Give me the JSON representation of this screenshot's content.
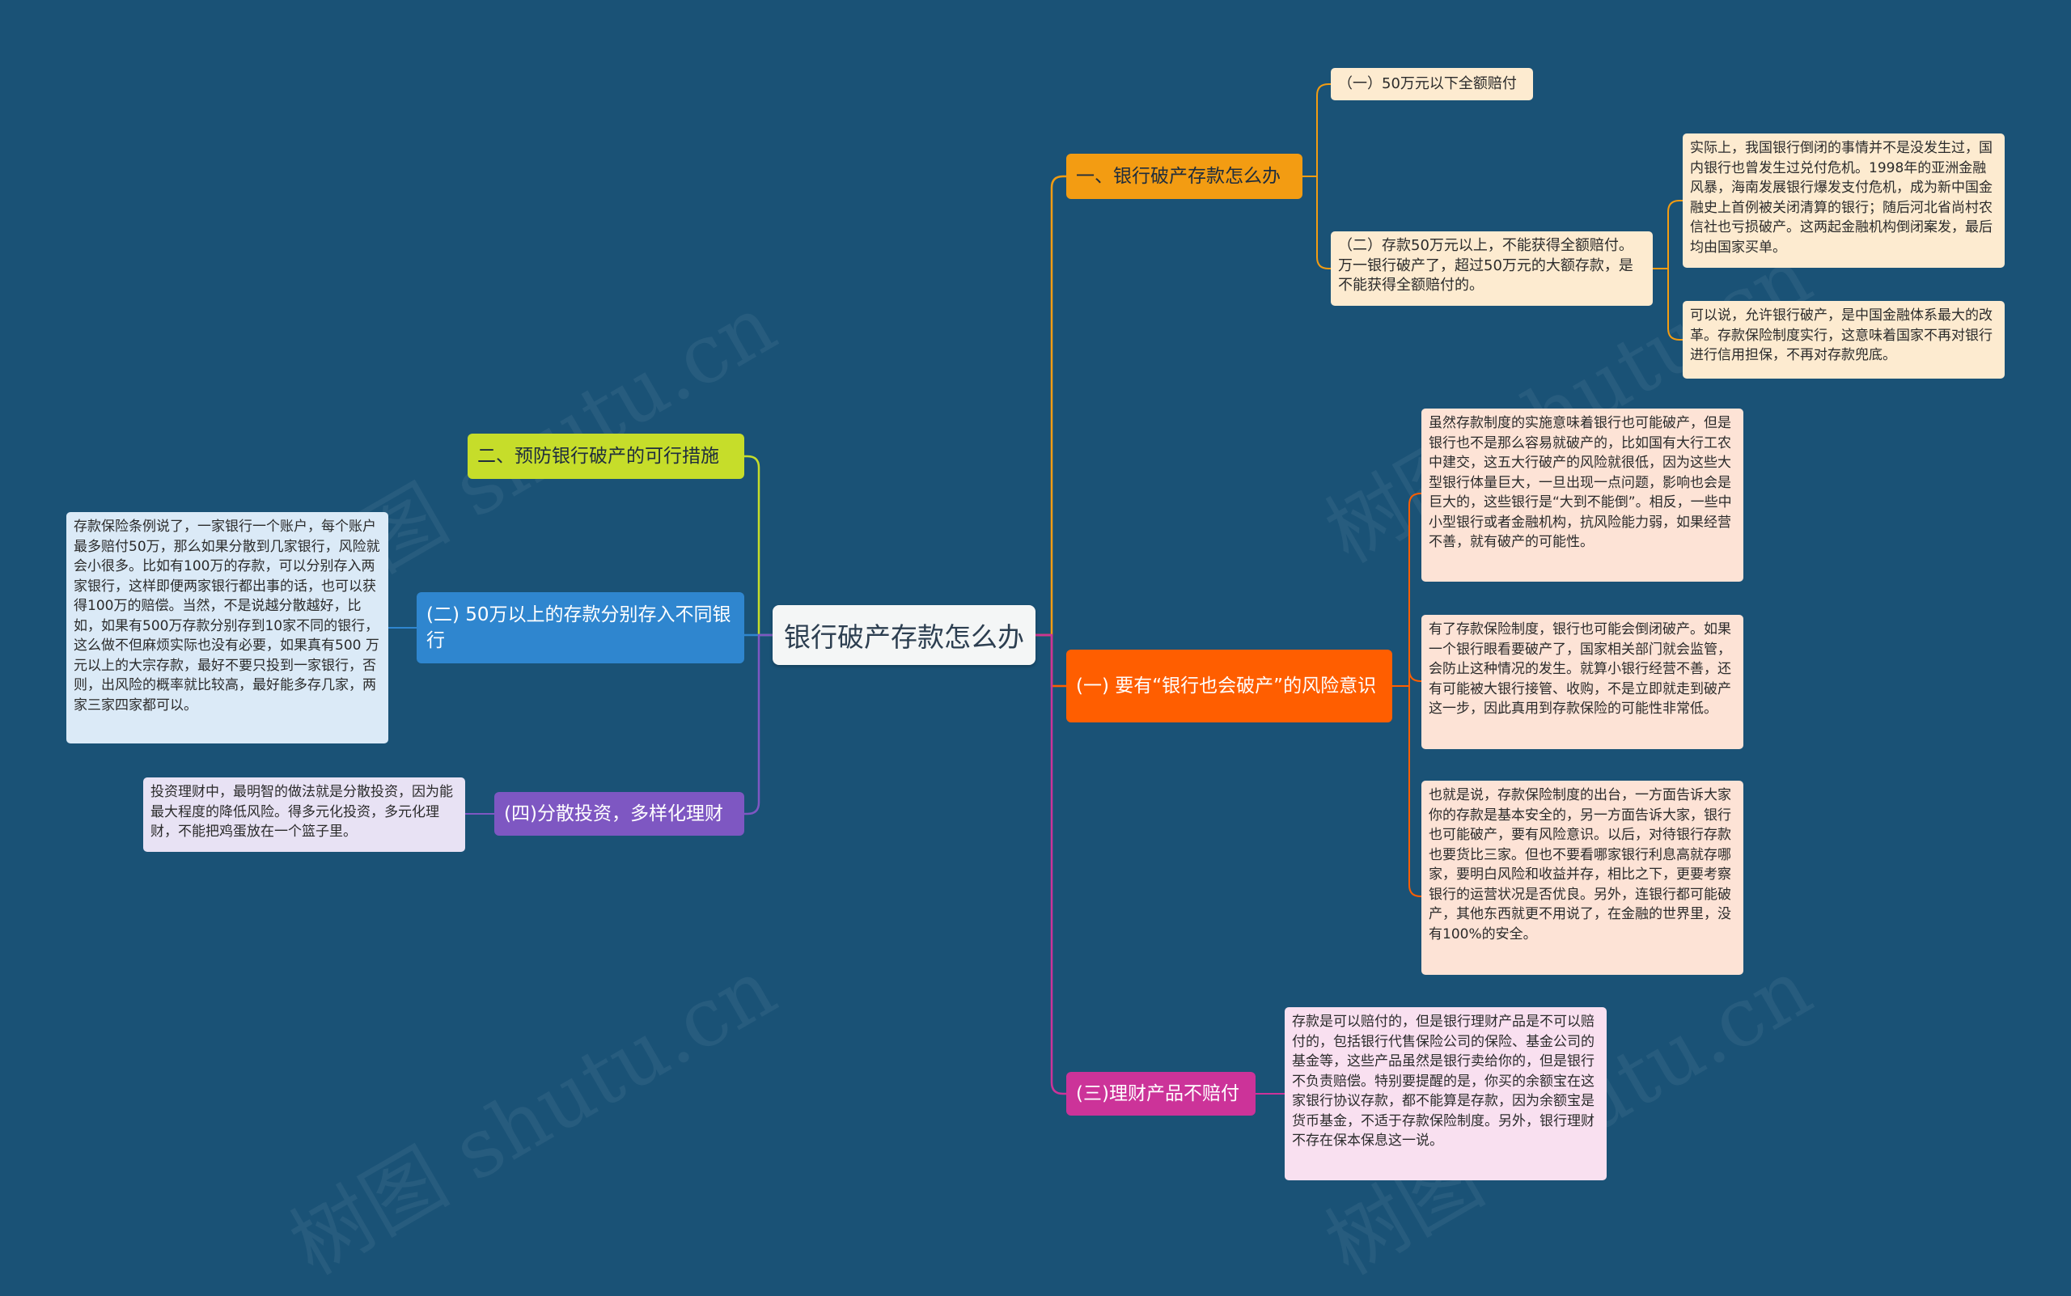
{
  "root": {
    "label": "银行破产存款怎么办"
  },
  "branches": {
    "b1": {
      "label": "一、银行破产存款怎么办",
      "color": "#f39c12",
      "children": {
        "c1": {
          "label": "（一）50万元以下全额赔付"
        },
        "c2": {
          "label": "（二）存款50万元以上，不能获得全额赔付。万一银行破产了，超过50万元的大额存款，是不能获得全额赔付的。",
          "notes": [
            "实际上，我国银行倒闭的事情并不是没发生过，国内银行也曾发生过兑付危机。1998年的亚洲金融风暴，海南发展银行爆发支付危机，成为新中国金融史上首例被关闭清算的银行；随后河北省尚村农信社也亏损破产。这两起金融机构倒闭案发，最后均由国家买单。",
            "可以说，允许银行破产，是中国金融体系最大的改革。存款保险制度实行，这意味着国家不再对银行进行信用担保，不再对存款兜底。"
          ]
        }
      }
    },
    "b2": {
      "label": "(一) 要有“银行也会破产”的风险意识",
      "color": "#ff5e00",
      "notes": [
        "虽然存款制度的实施意味着银行也可能破产，但是银行也不是那么容易就破产的，比如国有大行工农中建交，这五大行破产的风险就很低，因为这些大型银行体量巨大，一旦出现一点问题，影响也会是巨大的，这些银行是“大到不能倒”。相反，一些中小型银行或者金融机构，抗风险能力弱，如果经营不善，就有破产的可能性。",
        "有了存款保险制度，银行也可能会倒闭破产。如果一个银行眼看要破产了，国家相关部门就会监管，会防止这种情况的发生。就算小银行经营不善，还有可能被大银行接管、收购，不是立即就走到破产这一步，因此真用到存款保险的可能性非常低。",
        "也就是说，存款保险制度的出台，一方面告诉大家你的存款是基本安全的，另一方面告诉大家，银行也可能破产，要有风险意识。以后，对待银行存款也要货比三家。但也不要看哪家银行利息高就存哪家，要明白风险和收益并存，相比之下，更要考察银行的运营状况是否优良。另外，连银行都可能破产，其他东西就更不用说了，在金融的世界里，没有100%的安全。"
      ]
    },
    "b3": {
      "label": "(三)理财产品不赔付",
      "color": "#cc3399",
      "note": "存款是可以赔付的，但是银行理财产品是不可以赔付的，包括银行代售保险公司的保险、基金公司的基金等，这些产品虽然是银行卖给你的，但是银行不负责赔偿。特别要提醒的是，你买的余额宝在这家银行协议存款，都不能算是存款，因为余额宝是货币基金，不适于存款保险制度。另外，银行理财不存在保本保息这一说。"
    },
    "b4": {
      "label": "二、预防银行破产的可行措施",
      "color": "#c6dd2a"
    },
    "b5": {
      "label": "(二) 50万以上的存款分别存入不同银行",
      "color": "#2f86cf",
      "note": "存款保险条例说了，一家银行一个账户，每个账户最多赔付50万，那么如果分散到几家银行，风险就会小很多。比如有100万的存款，可以分别存入两家银行，这样即便两家银行都出事的话，也可以获得100万的赔偿。当然，不是说越分散越好，比如，如果有500万存款分别存到10家不同的银行，这么做不但麻烦实际也没有必要，如果真有500 万元以上的大宗存款，最好不要只投到一家银行，否则，出风险的概率就比较高，最好能多存几家，两家三家四家都可以。"
    },
    "b6": {
      "label": "(四)分散投资，多样化理财",
      "color": "#7e57c2",
      "note": "投资理财中，最明智的做法就是分散投资，因为能最大程度的降低风险。得多元化投资，多元化理财，不能把鸡蛋放在一个篮子里。"
    }
  },
  "watermark": "树图 shutu.cn",
  "colors": {
    "background": "#1a5276",
    "leaf_orange": "#fdebd0",
    "leaf_red": "#fde3d6",
    "leaf_pink": "#f9e0f0",
    "leaf_blue": "#dbeaf7",
    "leaf_purple": "#e8e2f4"
  }
}
